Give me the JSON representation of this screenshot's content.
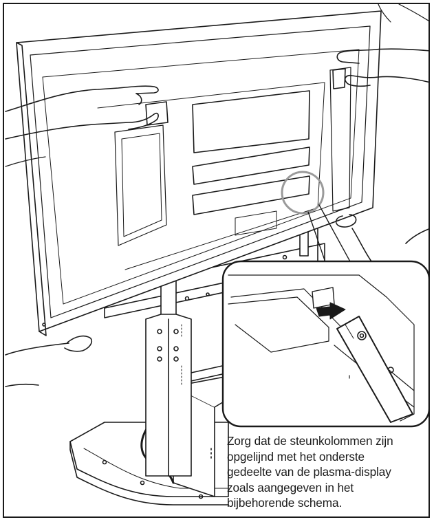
{
  "caption": {
    "lines": [
      "Zorg dat de steunkolommen zijn",
      "opgelijnd met het onderste",
      "gedeelte van de plasma-display",
      "zoals aangegeven in het",
      "bijbehorende schema."
    ]
  },
  "colors": {
    "line": "#1a1a1a",
    "highlight_circle": "#9a9a9a",
    "background": "#ffffff"
  }
}
